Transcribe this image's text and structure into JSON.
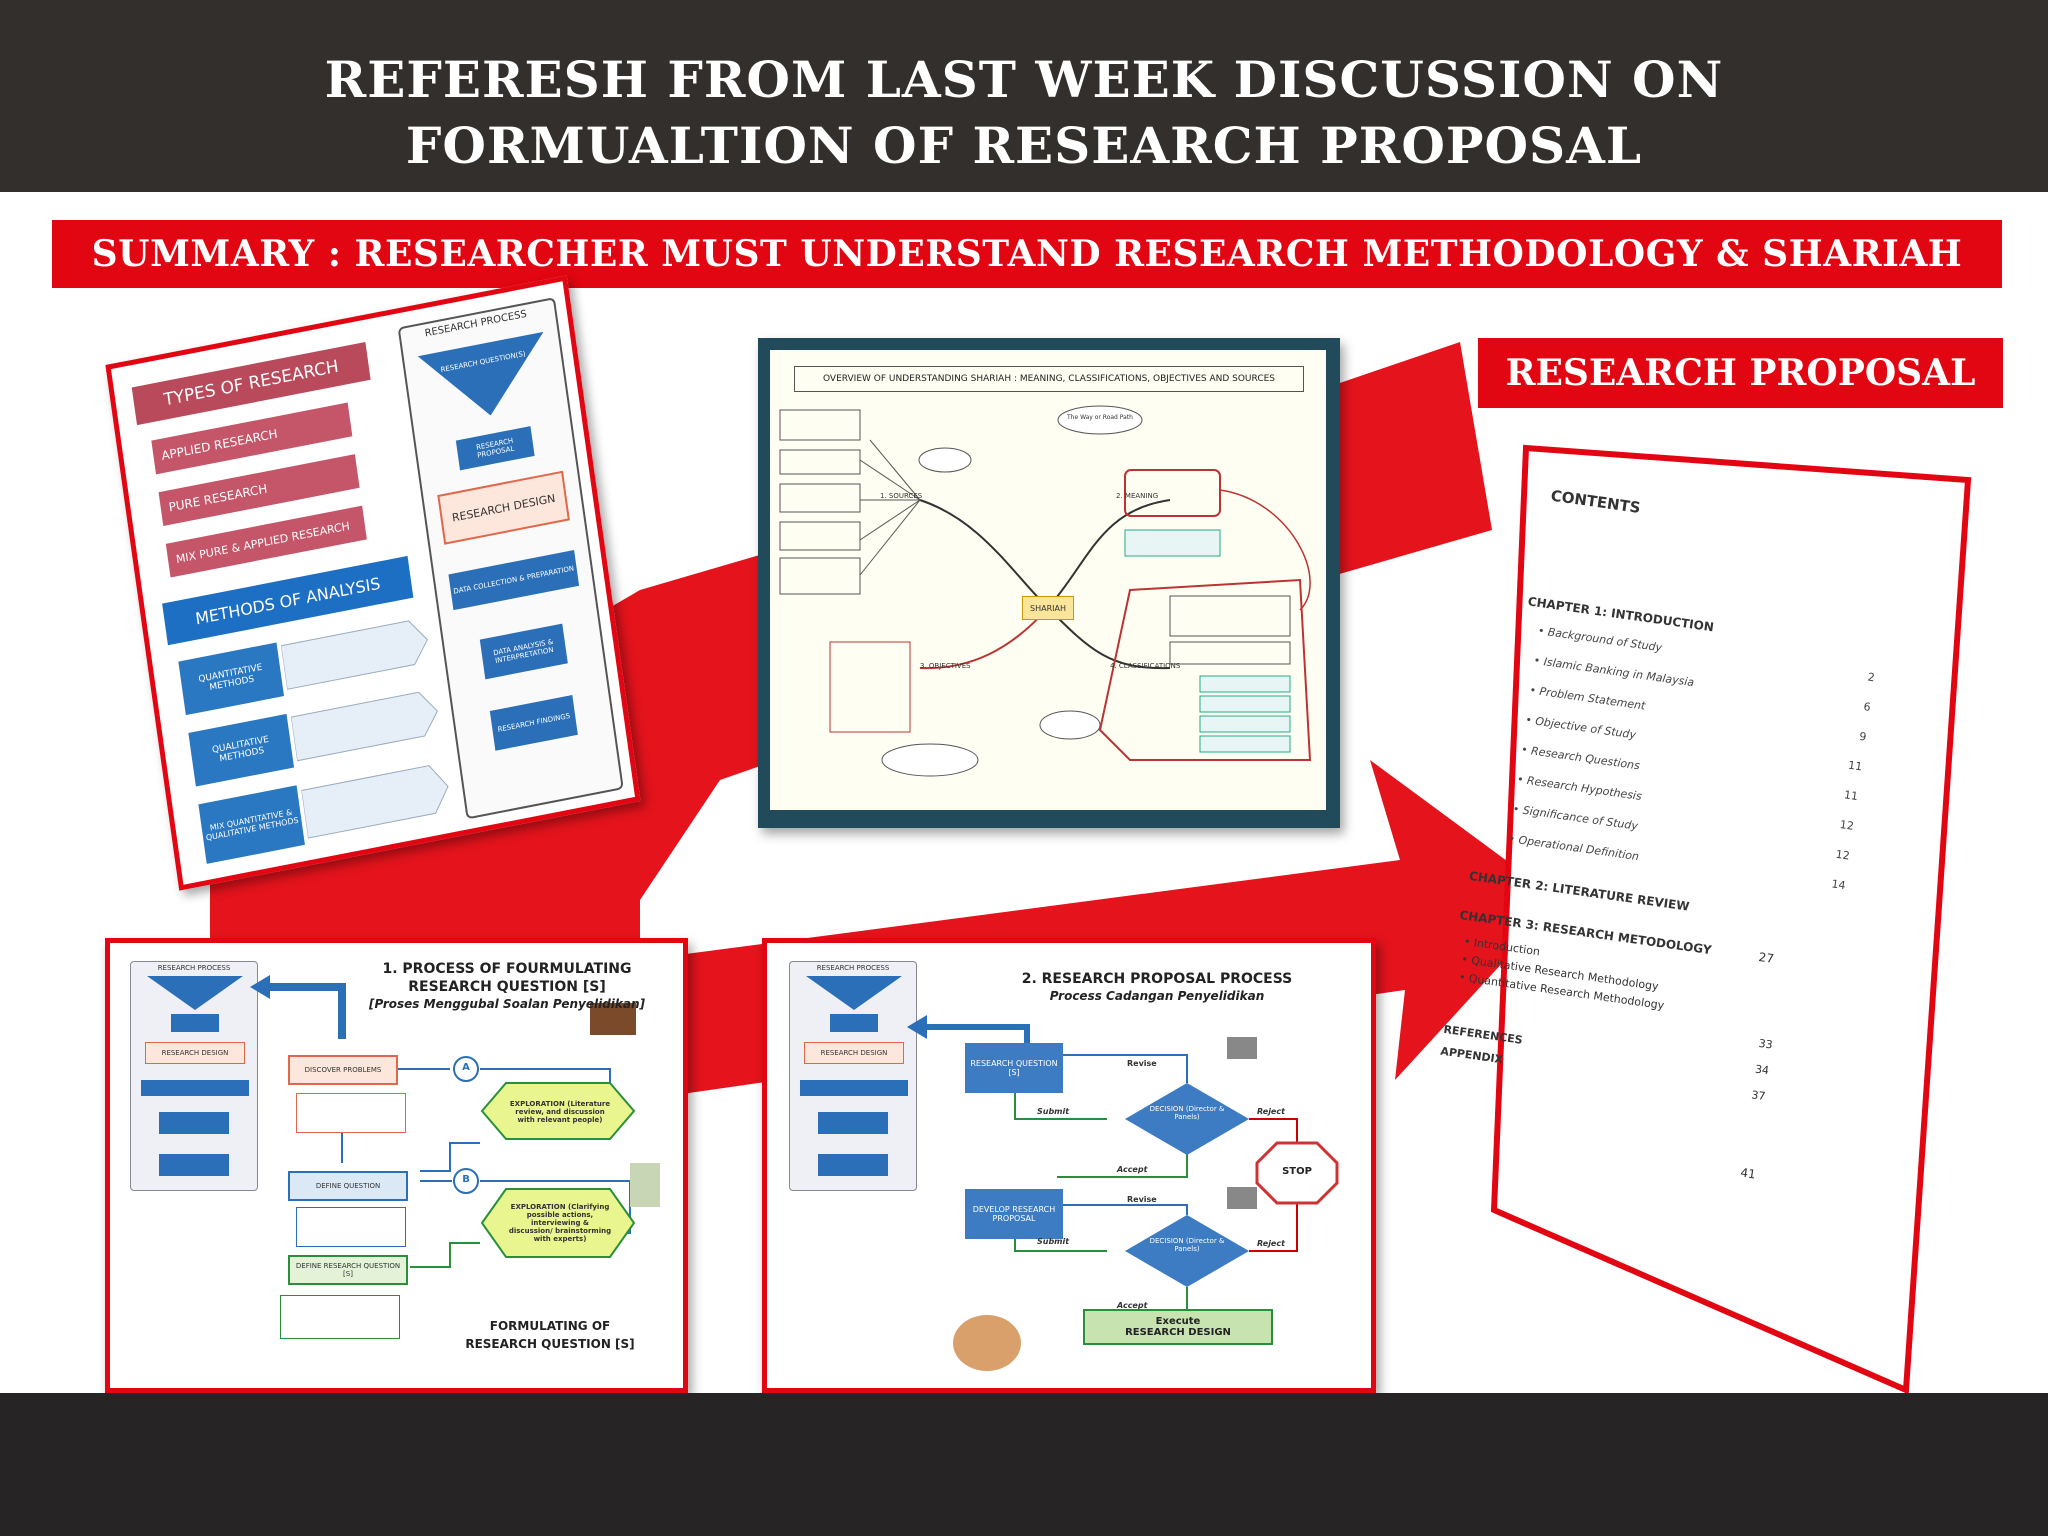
{
  "header": {
    "line1": "REFERESH FROM LAST WEEK DISCUSSION  ON",
    "line2": "FORMUALTION OF RESEARCH PROPOSAL"
  },
  "summary_banner": "SUMMARY : RESEARCHER MUST UNDERSTAND RESEARCH METHODOLOGY & SHARIAH",
  "research_proposal_banner": "RESEARCH PROPOSAL",
  "types_panel": {
    "types_title": "TYPES OF RESEARCH",
    "types": [
      "APPLIED RESEARCH",
      "PURE RESEARCH",
      "MIX PURE & APPLIED RESEARCH"
    ],
    "methods_title": "METHODS OF ANALYSIS",
    "methods": [
      "QUANTITATIVE METHODS",
      "QUALITATIVE METHODS",
      "MIX QUANTITATIVE & QUALITATIVE METHODS"
    ],
    "process_title": "RESEARCH PROCESS",
    "process_steps": [
      "RESEARCH QUESTION(S)",
      "RESEARCH PROPOSAL",
      "RESEARCH DESIGN",
      "DATA COLLECTION & PREPARATION",
      "DATA ANALYSIS & INTERPRETATION",
      "RESEARCH FINDINGS"
    ]
  },
  "shariah_panel": {
    "title": "OVERVIEW OF UNDERSTANDING SHARIAH : MEANING, CLASSIFICATIONS, OBJECTIVES AND SOURCES",
    "center": "SHARIAH",
    "branches": [
      "1. SOURCES",
      "2. MEANING",
      "3. OBJECTIVES",
      "4. CLASSIFICATIONS"
    ],
    "bubble": "The Way or Road Path"
  },
  "contents_panel": {
    "title": "CONTENTS",
    "chapter1": "CHAPTER 1: INTRODUCTION",
    "items": [
      {
        "label": "Background of Study",
        "page": "2"
      },
      {
        "label": "Islamic Banking in Malaysia",
        "page": "6"
      },
      {
        "label": "Problem Statement",
        "page": "9"
      },
      {
        "label": "Objective of Study",
        "page": "11"
      },
      {
        "label": "Research Questions",
        "page": "11"
      },
      {
        "label": "Research Hypothesis",
        "page": "12"
      },
      {
        "label": "Significance of Study",
        "page": "12"
      },
      {
        "label": "Operational Definition",
        "page": "14"
      }
    ],
    "chapter2": "CHAPTER 2: LITERATURE REVIEW",
    "chapter2_page": "27",
    "chapter3": "CHAPTER 3: RESEARCH METODOLOGY",
    "chapter3_items": [
      "Introduction",
      "Qualitative Research Methodology",
      "Quantitative Research Methodology"
    ],
    "chapter3_pages": [
      "33",
      "34",
      "37"
    ],
    "references": "REFERENCES",
    "appendix": "APPENDIX",
    "last_page": "41"
  },
  "process1_panel": {
    "title1": "1. PROCESS OF FOURMULATING",
    "title2": "RESEARCH QUESTION [S]",
    "subtitle": "[Proses Menggubal Soalan Penyelidikan]",
    "mini_title": "RESEARCH PROCESS",
    "mini_design": "RESEARCH DESIGN",
    "steps": [
      "DISCOVER PROBLEMS",
      "DEFINE QUESTION",
      "DEFINE RESEARCH QUESTION [S]"
    ],
    "explorations": [
      "EXPLORATION (Literature review, and discussion with relevant people)",
      "EXPLORATION (Clarifying possible actions, interviewing & discussion/ brainstorming with experts)"
    ],
    "markers": [
      "A",
      "B"
    ],
    "caption1": "FORMULATING OF",
    "caption2": "RESEARCH QUESTION [S]"
  },
  "process2_panel": {
    "title": "2. RESEARCH PROPOSAL PROCESS",
    "subtitle": "Process Cadangan Penyelidikan",
    "mini_title": "RESEARCH PROCESS",
    "mini_design": "RESEARCH DESIGN",
    "box1": "RESEARCH QUESTION [S]",
    "box2": "DEVELOP RESEARCH PROPOSAL",
    "decision1": "DECISION (Director & Panels)",
    "decision2": "DECISION (Director & Panels)",
    "revise": "Revise",
    "submit": "Submit",
    "accept": "Accept",
    "reject": "Reject",
    "stop": "STOP",
    "final1": "Execute",
    "final2": "RESEARCH DESIGN"
  }
}
